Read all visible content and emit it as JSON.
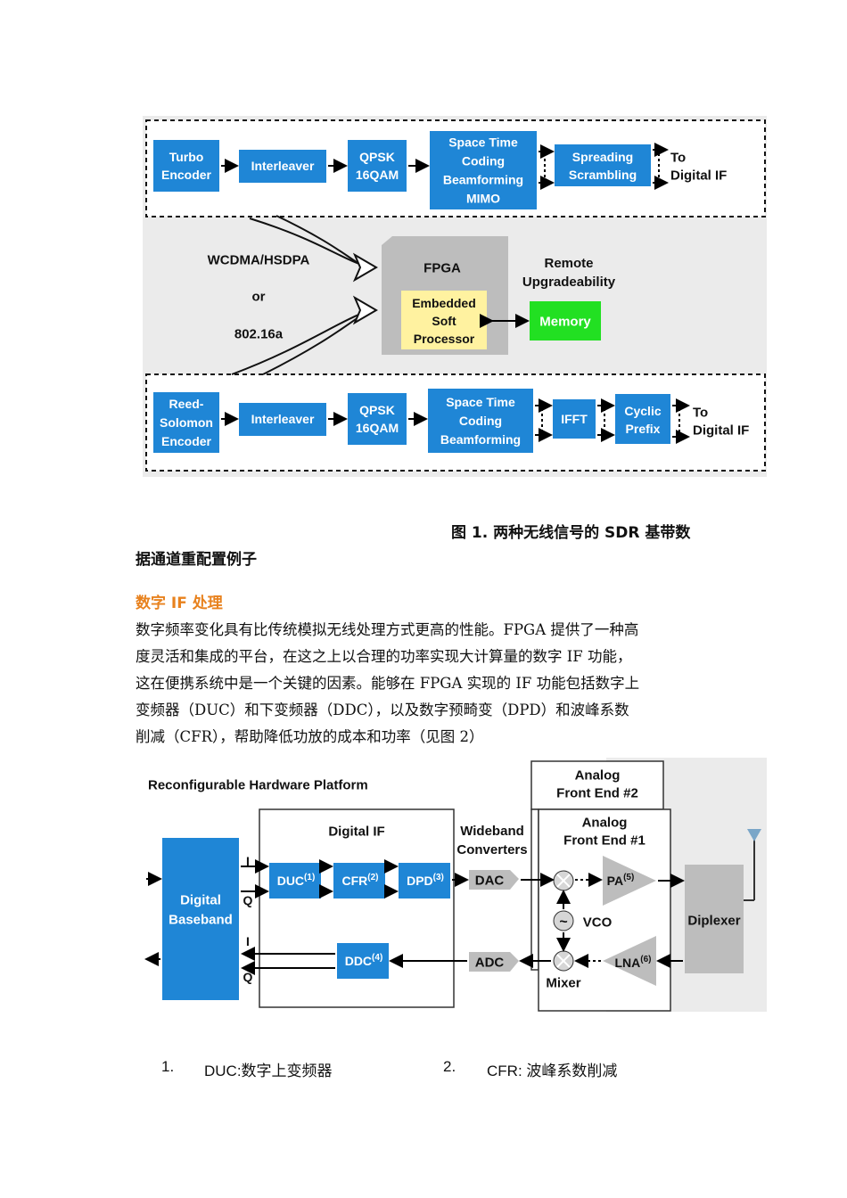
{
  "figure1": {
    "top_chain": {
      "blocks": [
        "Turbo\nEncoder",
        "Interleaver",
        "QPSK\n16QAM",
        "Space Time\nCoding\nBeamforming\nMIMO",
        "Spreading\nScrambling"
      ],
      "output": "To\nDigital IF"
    },
    "middle": {
      "standard_a": "WCDMA/HSDPA",
      "or": "or",
      "standard_b": "802.16a",
      "fpga": "FPGA",
      "processor": "Embedded\nSoft\nProcessor",
      "remote": "Remote\nUpgradeability",
      "memory": "Memory"
    },
    "bottom_chain": {
      "blocks": [
        "Reed-\nSolomon\nEncoder",
        "Interleaver",
        "QPSK\n16QAM",
        "Space Time\nCoding\nBeamforming",
        "IFFT",
        "Cyclic\nPrefix"
      ],
      "output": "To\nDigital IF"
    }
  },
  "caption": {
    "line1": "图 1.  两种无线信号的 SDR 基带数",
    "line2": "据通道重配置例子"
  },
  "section": {
    "heading": "数字 IF 处理",
    "lines": [
      "数字频率变化具有比传统模拟无线处理方式更高的性能。FPGA 提供了一种高",
      "度灵活和集成的平台，在这之上以合理的功率实现大计算量的数字 IF 功能，",
      "这在便携系统中是一个关键的因素。能够在 FPGA 实现的 IF 功能包括数字上",
      "变频器（DUC）和下变频器（DDC），以及数字预畸变（DPD）和波峰系数",
      "削减（CFR），帮助降低功放的成本和功率（见图 2）"
    ]
  },
  "figure2": {
    "title": "Reconfigurable Hardware Platform",
    "digital_baseband": "Digital\nBaseband",
    "i": "I",
    "q": "Q",
    "digital_if": "Digital IF",
    "duc": "DUC",
    "duc_sup": "(1)",
    "cfr": "CFR",
    "cfr_sup": "(2)",
    "dpd": "DPD",
    "dpd_sup": "(3)",
    "ddc": "DDC",
    "ddc_sup": "(4)",
    "wideband": "Wideband\nConverters",
    "dac": "DAC",
    "adc": "ADC",
    "afe2": "Analog\nFront End #2",
    "afe1": "Analog\nFront End #1",
    "pa": "PA",
    "pa_sup": "(5)",
    "lna": "LNA",
    "lna_sup": "(6)",
    "vco": "VCO",
    "mixer": "Mixer",
    "diplexer": "Diplexer"
  },
  "footnotes": [
    {
      "num": "1.",
      "text": "DUC:数字上变频器"
    },
    {
      "num": "2.",
      "text": "CFR: 波峰系数削减"
    }
  ],
  "colors": {
    "block_blue": "#1f86d6",
    "memory_green": "#22e022",
    "processor_yellow": "#fff2a0",
    "fpga_gray": "#bdbdbd",
    "heading_orange": "#e8821e",
    "diagram_bg": "#ebebeb"
  }
}
